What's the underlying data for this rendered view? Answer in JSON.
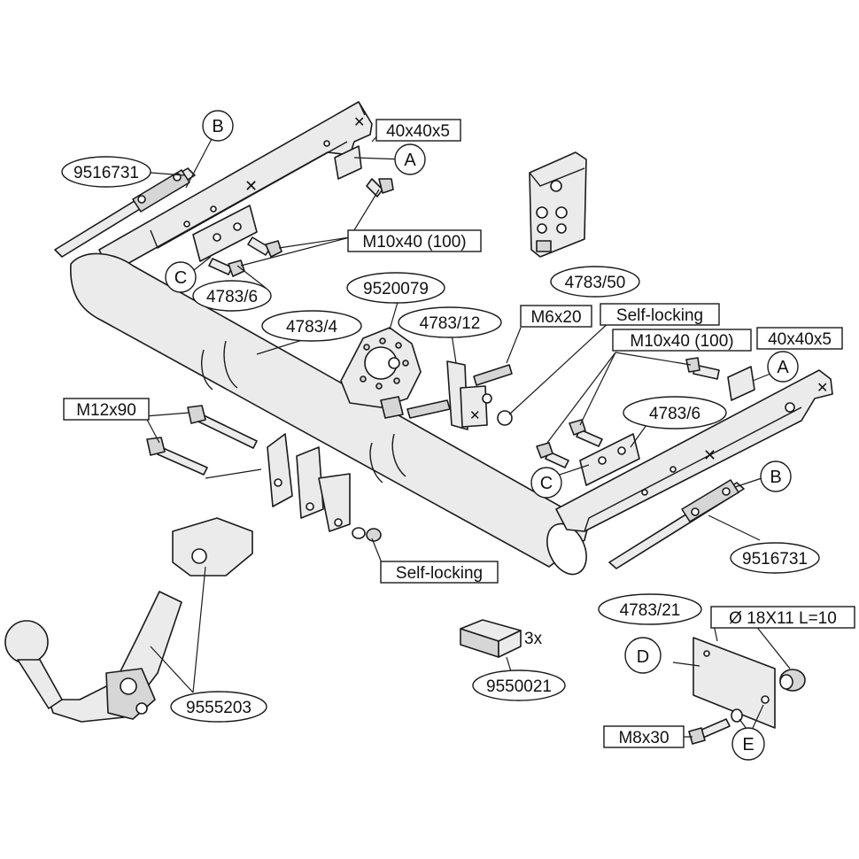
{
  "labels": {
    "part_9516731_left": "9516731",
    "part_9516731_right": "9516731",
    "part_4783_6_left": "4783/6",
    "part_4783_6_right": "4783/6",
    "part_4783_4": "4783/4",
    "part_9520079": "9520079",
    "part_4783_12": "4783/12",
    "part_4783_50": "4783/50",
    "part_9555203": "9555203",
    "part_9550021": "9550021",
    "part_4783_21": "4783/21",
    "plate_left": "40x40x5",
    "plate_right": "40x40x5",
    "bolt_m10_left": "M10x40 (100)",
    "bolt_m10_right": "M10x40 (100)",
    "bolt_m6": "M6x20",
    "self_locking_top": "Self-locking",
    "self_locking_bottom": "Self-locking",
    "bolt_m12": "M12x90",
    "bolt_m8": "M8x30",
    "spacer": "Ø 18X11 L=10",
    "qty_3x": "3x"
  },
  "callouts": {
    "A_left": "A",
    "A_right": "A",
    "B_left": "B",
    "B_right": "B",
    "C_left": "C",
    "C_right": "C",
    "D": "D",
    "E": "E"
  }
}
